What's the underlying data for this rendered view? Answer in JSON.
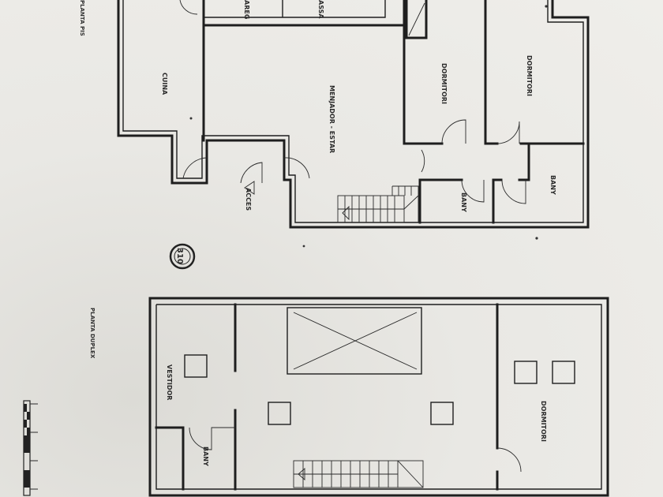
{
  "plans": {
    "ground": {
      "title": "PLANTA PIS",
      "rooms": {
        "cuina": "CUINA",
        "menjador": "MENJADOR - ESTAR",
        "dormitori_1": "DORMITORI",
        "dormitori_2": "DORMITORI",
        "bany_1": "BANY",
        "bany_2": "BANY",
        "top_left": "AREG",
        "top_right": "ASSA"
      },
      "entrance": "ACCES"
    },
    "duplex": {
      "title": "PLANTA DUPLEX",
      "rooms": {
        "vestidor": "VESTIDOR",
        "dormitori": "DORMITORI",
        "bany": "BANY"
      }
    }
  },
  "stamp": "310"
}
